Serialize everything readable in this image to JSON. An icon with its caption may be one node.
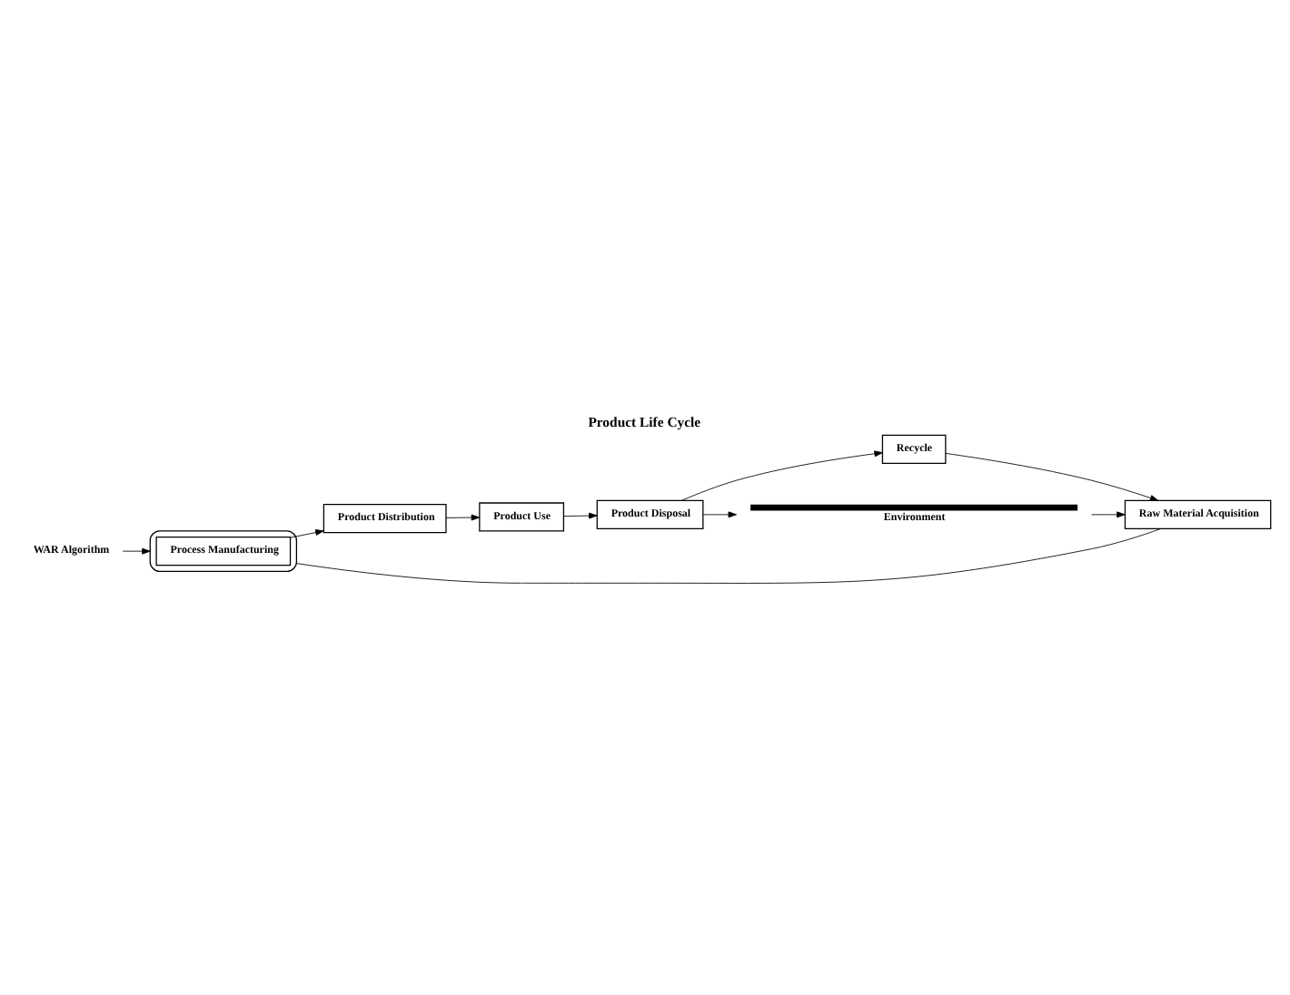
{
  "diagram": {
    "title": "Product Life Cycle",
    "nodes": [
      {
        "text": [
          "WAR Algorithm"
        ]
      },
      {
        "text": [],
        "shape": "ellipse"
      },
      {
        "text": [
          "Process Manufacturing"
        ],
        "in": 1
      },
      {
        "text": [
          "Product Distribution"
        ]
      },
      {
        "text": [
          "Product Use"
        ]
      },
      {
        "text": [
          "Product Disposal"
        ]
      },
      {
        "text": [
          "Recycle"
        ]
      },
      {
        "text": [
          "Raw Material Acquisition"
        ]
      },
      {
        "text": [
          "Environment"
        ]
      }
    ],
    "edges": [
      {
        "from": 0,
        "to": 1,
        "arrow": "to"
      },
      {
        "from": 2,
        "to": 3,
        "arrow": "to"
      },
      {
        "from": 3,
        "to": 4,
        "arrow": "to"
      },
      {
        "from": 4,
        "to": 5,
        "arrow": "to"
      },
      {
        "from": 5,
        "to": 6,
        "arrow": "to"
      },
      {
        "from": 6,
        "to": 7,
        "arrow": "to"
      },
      {
        "from": 7,
        "to": 1,
        "arrow": "none"
      },
      {
        "from": 5,
        "to": 8,
        "arrow": "to"
      },
      {
        "from": 8,
        "to": 7,
        "arrow": "to"
      }
    ]
  }
}
